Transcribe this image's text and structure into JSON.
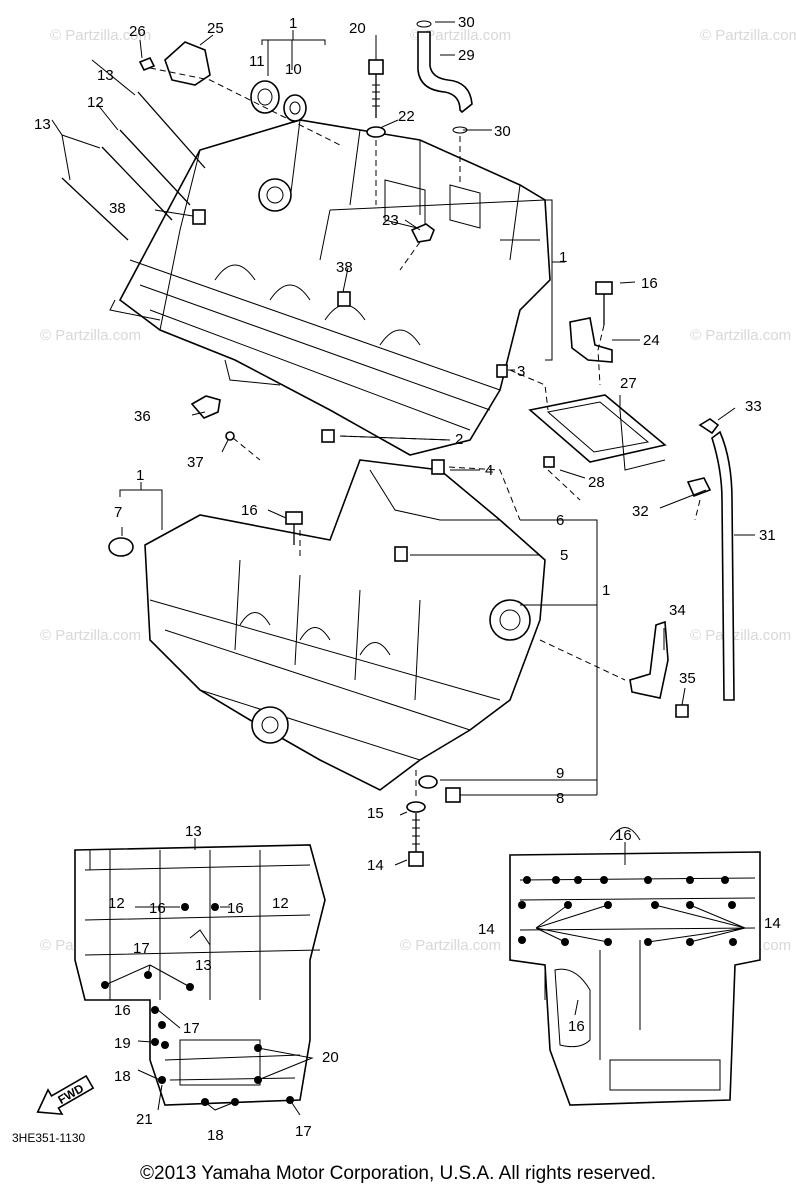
{
  "diagram_code": "3HE351-1130",
  "fwd_label": "FWD",
  "copyright": "©2013 Yamaha Motor Corporation, U.S.A. All rights reserved.",
  "watermark": "© Partzilla.com",
  "callouts": {
    "c1": "1",
    "c2": "2",
    "c3": "3",
    "c4": "4",
    "c5": "5",
    "c6": "6",
    "c7": "7",
    "c8": "8",
    "c9": "9",
    "c10": "10",
    "c11": "11",
    "c12": "12",
    "c13": "13",
    "c14": "14",
    "c15": "15",
    "c16": "16",
    "c17": "17",
    "c18": "18",
    "c19": "19",
    "c20": "20",
    "c21": "21",
    "c22": "22",
    "c23": "23",
    "c24": "24",
    "c25": "25",
    "c26": "26",
    "c27": "27",
    "c28": "28",
    "c29": "29",
    "c30": "30",
    "c31": "31",
    "c32": "32",
    "c33": "33",
    "c34": "34",
    "c35": "35",
    "c36": "36",
    "c37": "37",
    "c38": "38"
  }
}
